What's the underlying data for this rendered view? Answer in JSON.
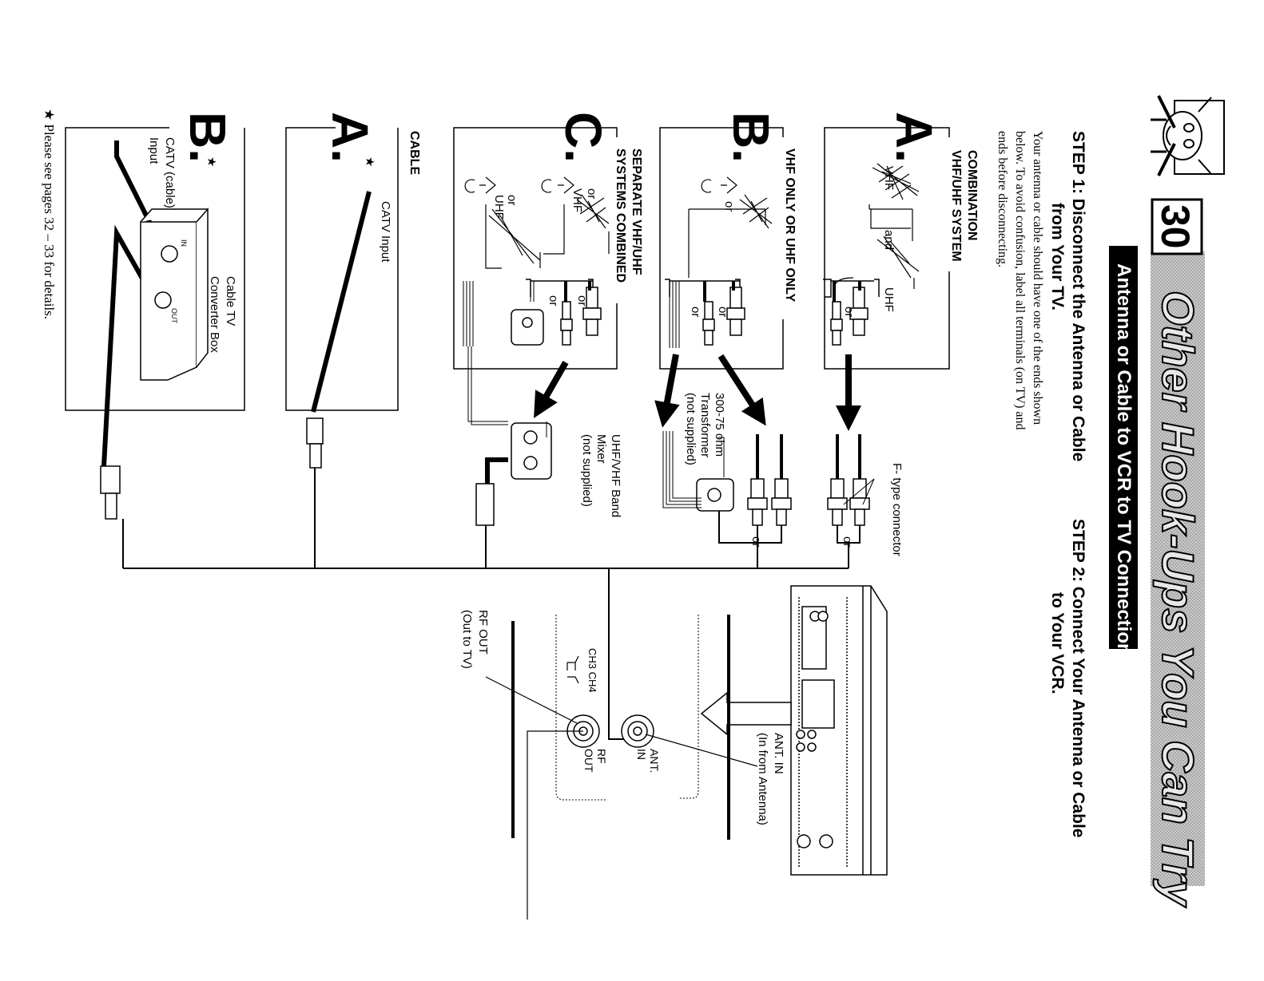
{
  "page": {
    "number": "30",
    "title": "Other Hook-Ups You Can Try",
    "subtitle": "Antenna or Cable to VCR to TV Connections"
  },
  "steps": {
    "step1": {
      "line1": "STEP 1: Disconnect the Antenna or Cable",
      "line2": "from Your TV.",
      "body": [
        "Your antenna or cable should have one of the ends shown",
        "below. To avoid confusion, label all terminals (on TV) and",
        "ends before disconnecting."
      ]
    },
    "step2": {
      "line1": "STEP 2: Connect Your Antenna or Cable",
      "line2": "to Your VCR."
    }
  },
  "sections": {
    "combination": {
      "line1": "COMBINATION",
      "line2": "VHF/UHF SYSTEM",
      "letter": "A.",
      "vhf": "VHF",
      "and": "and",
      "uhf": "UHF",
      "or": "or"
    },
    "vhf_only": {
      "title": "VHF ONLY OR UHF ONLY",
      "letter": "B.",
      "or": "or"
    },
    "separate": {
      "line1": "SEPARATE VHF/UHF",
      "line2": "SYSTEMS COMBINED",
      "letter": "C.",
      "vhf": "VHF",
      "uhf": "UHF",
      "or": "or"
    },
    "cable": {
      "title": "CABLE",
      "letter_a": "A.",
      "letter_b": "B.",
      "star": "★",
      "catv_input": "CATV  Input",
      "catv_cable": "CATV  (cable)",
      "input": "Input",
      "cable_tv": "Cable  TV",
      "converter_box": "Converter  Box",
      "in": "IN",
      "out": "OUT"
    }
  },
  "parts": {
    "f_type": "F- type connector",
    "or": "or",
    "transformer": [
      "300-75 ohm",
      "Transformer",
      "(not supplied)"
    ],
    "mixer": [
      "UHF/VHF Band",
      "Mixer",
      "(not supplied)"
    ]
  },
  "vcr": {
    "ant_in_title": "ANT. IN",
    "ant_in_desc": "(In from Antenna)",
    "rf_out_title": "RF OUT",
    "rf_out_desc": "(Out to TV)",
    "ch3_ch4": "CH3   CH4",
    "ant": "ANT.",
    "in": "IN",
    "rf": "RF",
    "out": "OUT"
  },
  "footnote": "★ Please see pages 32 – 33 for details."
}
